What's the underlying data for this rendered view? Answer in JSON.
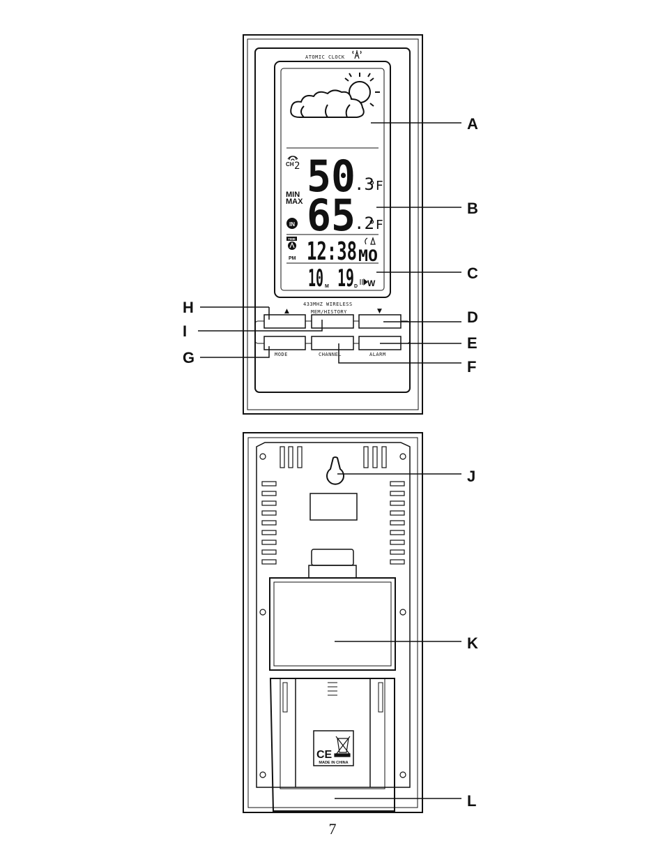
{
  "front": {
    "brand_text": "ATOMIC CLOCK",
    "temp_outdoor": "50",
    "temp_outdoor_decimal": ".3",
    "temp_indoor": "65",
    "temp_indoor_decimal": ".2",
    "unit": "°F",
    "channel_label": "CH",
    "channel_number": "2",
    "min_label": "MIN",
    "max_label": "MAX",
    "in_badge": "IN",
    "time_badge": "TIME",
    "pm_label": "PM",
    "time": "12:38",
    "weekday": "MO",
    "month": "10",
    "month_suffix": "M",
    "day": "19",
    "day_suffix": "D",
    "dst_indicator": "W",
    "band_text": "433MHZ WIRELESS",
    "mem_label": "MEM/HISTORY",
    "button_up_symbol": "▲",
    "button_down_symbol": "▼",
    "mode_label": "MODE",
    "channel_button_label": "CHANNEL",
    "alarm_label": "ALARM"
  },
  "back": {
    "made_in": "MADE IN CHINA",
    "ce_mark": "CE"
  },
  "callouts": [
    "A",
    "B",
    "C",
    "D",
    "E",
    "F",
    "G",
    "H",
    "I",
    "J",
    "K",
    "L"
  ],
  "page_number": "7"
}
